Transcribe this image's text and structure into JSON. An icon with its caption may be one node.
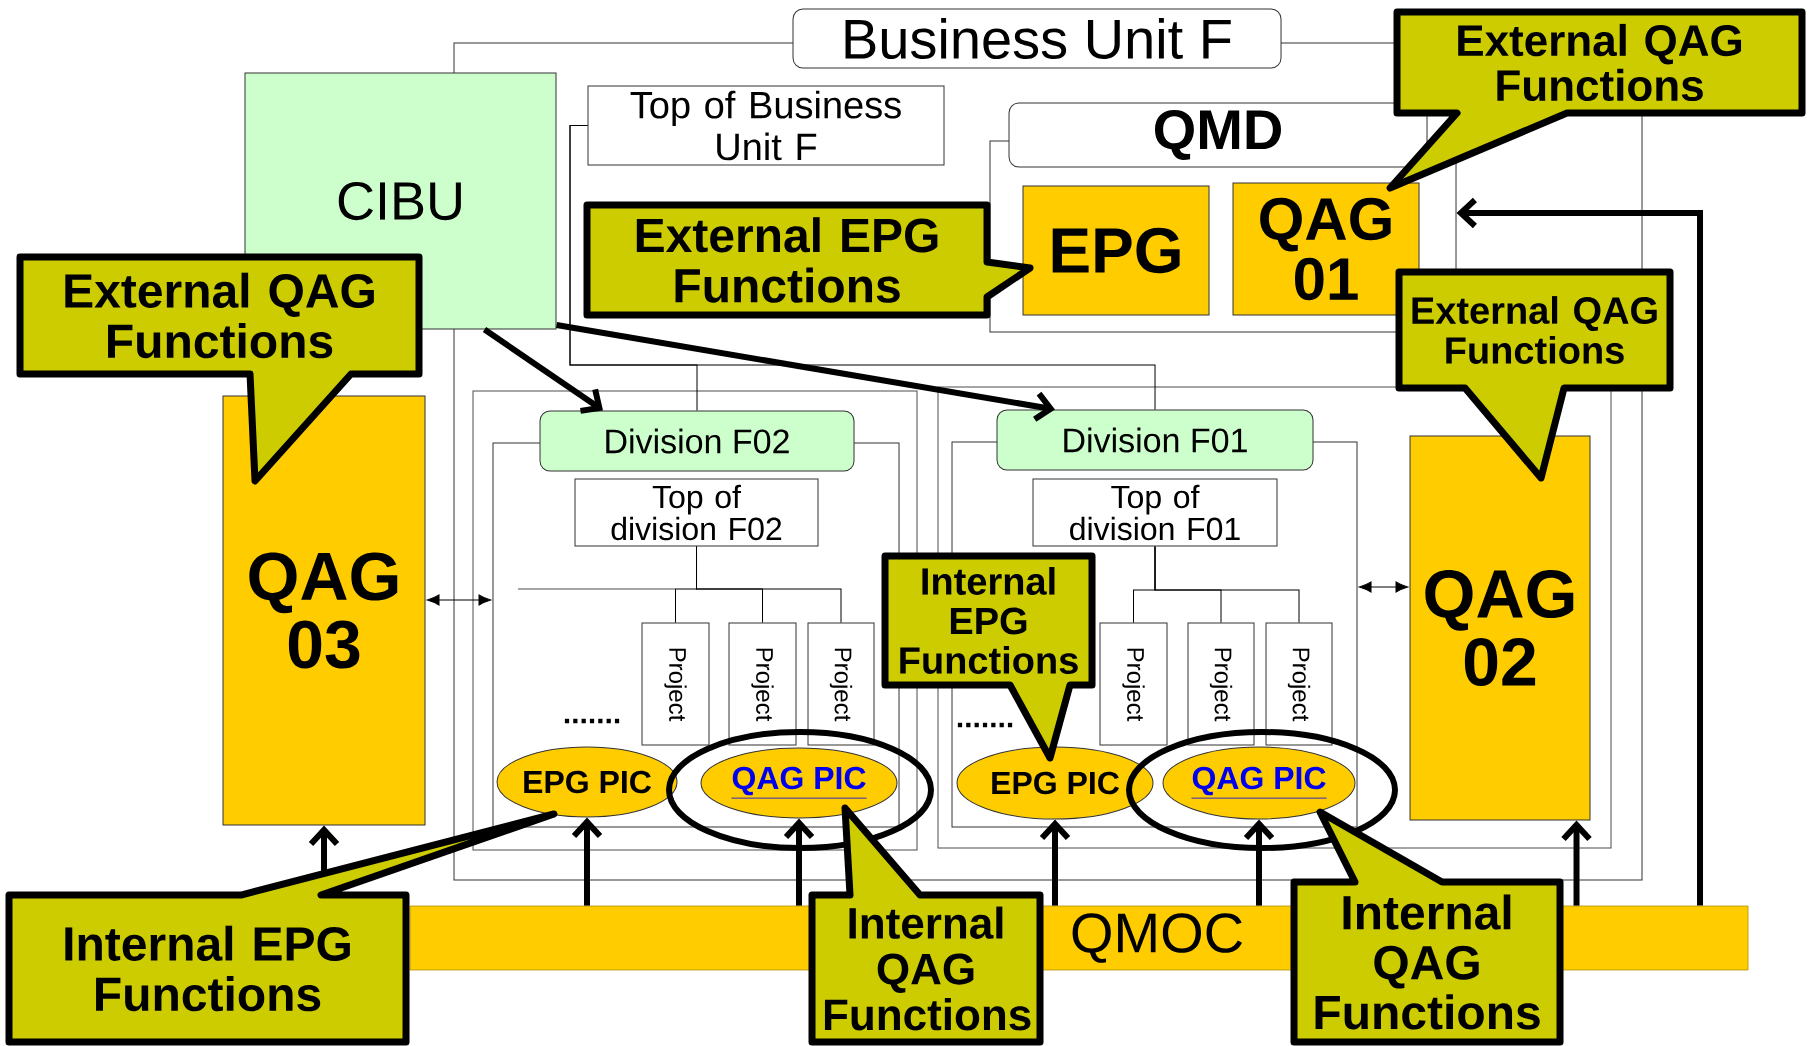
{
  "diagram": {
    "nodes": [
      {
        "text": [
          "Business Unit F"
        ]
      },
      {
        "text": [
          "CIBU"
        ]
      },
      {
        "text": [
          "Top of Business Unit F"
        ],
        "in": 0
      },
      {
        "text": [
          "QMD"
        ],
        "in": 0
      },
      {
        "text": [
          "EPG"
        ],
        "in": 3
      },
      {
        "text": [
          "QAG 01"
        ],
        "in": 3
      },
      {
        "text": [
          "Division F02"
        ],
        "in": 0
      },
      {
        "text": [
          "Top of division F02"
        ],
        "in": 6
      },
      {
        "text": [
          "Project"
        ],
        "in": 6
      },
      {
        "text": [
          "Project"
        ],
        "in": 6
      },
      {
        "text": [
          "Project"
        ],
        "in": 6
      },
      {
        "text": [
          "EPG PIC"
        ],
        "in": 6
      },
      {
        "text": [
          "QAG PIC"
        ],
        "in": 6
      },
      {
        "text": [
          "Division F01"
        ],
        "in": 0
      },
      {
        "text": [
          "Top of division F01"
        ],
        "in": 13
      },
      {
        "text": [
          "Project"
        ],
        "in": 13
      },
      {
        "text": [
          "Project"
        ],
        "in": 13
      },
      {
        "text": [
          "Project"
        ],
        "in": 13
      },
      {
        "text": [
          "EPG PIC"
        ],
        "in": 13
      },
      {
        "text": [
          "QAG PIC"
        ],
        "in": 13
      },
      {
        "text": [
          "QAG 02"
        ],
        "in": 0
      },
      {
        "text": [
          "QAG 03"
        ]
      },
      {
        "text": [
          "QMOC"
        ]
      },
      {
        "text": [
          "External QAG Functions"
        ]
      },
      {
        "text": [
          "External EPG Functions"
        ],
        "in": 0
      },
      {
        "text": [
          "External QAG Functions"
        ]
      },
      {
        "text": [
          "External QAG Functions"
        ]
      },
      {
        "text": [
          "Internal EPG Functions"
        ],
        "in": 0
      },
      {
        "text": [
          "Internal EPG Functions"
        ]
      },
      {
        "text": [
          "Internal QAG Functions"
        ]
      },
      {
        "text": [
          "Internal QAG Functions"
        ]
      }
    ],
    "edges": [
      {
        "from": 1,
        "to": 6,
        "arrow": "to",
        "style": "thick"
      },
      {
        "from": 1,
        "to": 13,
        "arrow": "to",
        "style": "thick"
      },
      {
        "from": 2,
        "to": 6,
        "arrow": "none"
      },
      {
        "from": 2,
        "to": 13,
        "arrow": "none"
      },
      {
        "from": 7,
        "to": 8,
        "arrow": "none"
      },
      {
        "from": 7,
        "to": 9,
        "arrow": "none"
      },
      {
        "from": 7,
        "to": 10,
        "arrow": "none"
      },
      {
        "from": 14,
        "to": 15,
        "arrow": "none"
      },
      {
        "from": 14,
        "to": 16,
        "arrow": "none"
      },
      {
        "from": 14,
        "to": 17,
        "arrow": "none"
      },
      {
        "from": 21,
        "to": 6,
        "arrow": "both"
      },
      {
        "from": 13,
        "to": 20,
        "arrow": "both"
      },
      {
        "from": 28,
        "to": 21,
        "arrow": "to",
        "style": "thick"
      },
      {
        "from": 22,
        "to": 11,
        "arrow": "to",
        "style": "thick"
      },
      {
        "from": 22,
        "to": 12,
        "arrow": "to",
        "style": "thick"
      },
      {
        "from": 22,
        "to": 18,
        "arrow": "to",
        "style": "thick"
      },
      {
        "from": 22,
        "to": 19,
        "arrow": "to",
        "style": "thick"
      },
      {
        "from": 22,
        "to": 20,
        "arrow": "to",
        "style": "thick"
      },
      {
        "from": 22,
        "to": 3,
        "arrow": "to",
        "style": "thick"
      }
    ],
    "labels": [
      ".......",
      "......."
    ]
  }
}
